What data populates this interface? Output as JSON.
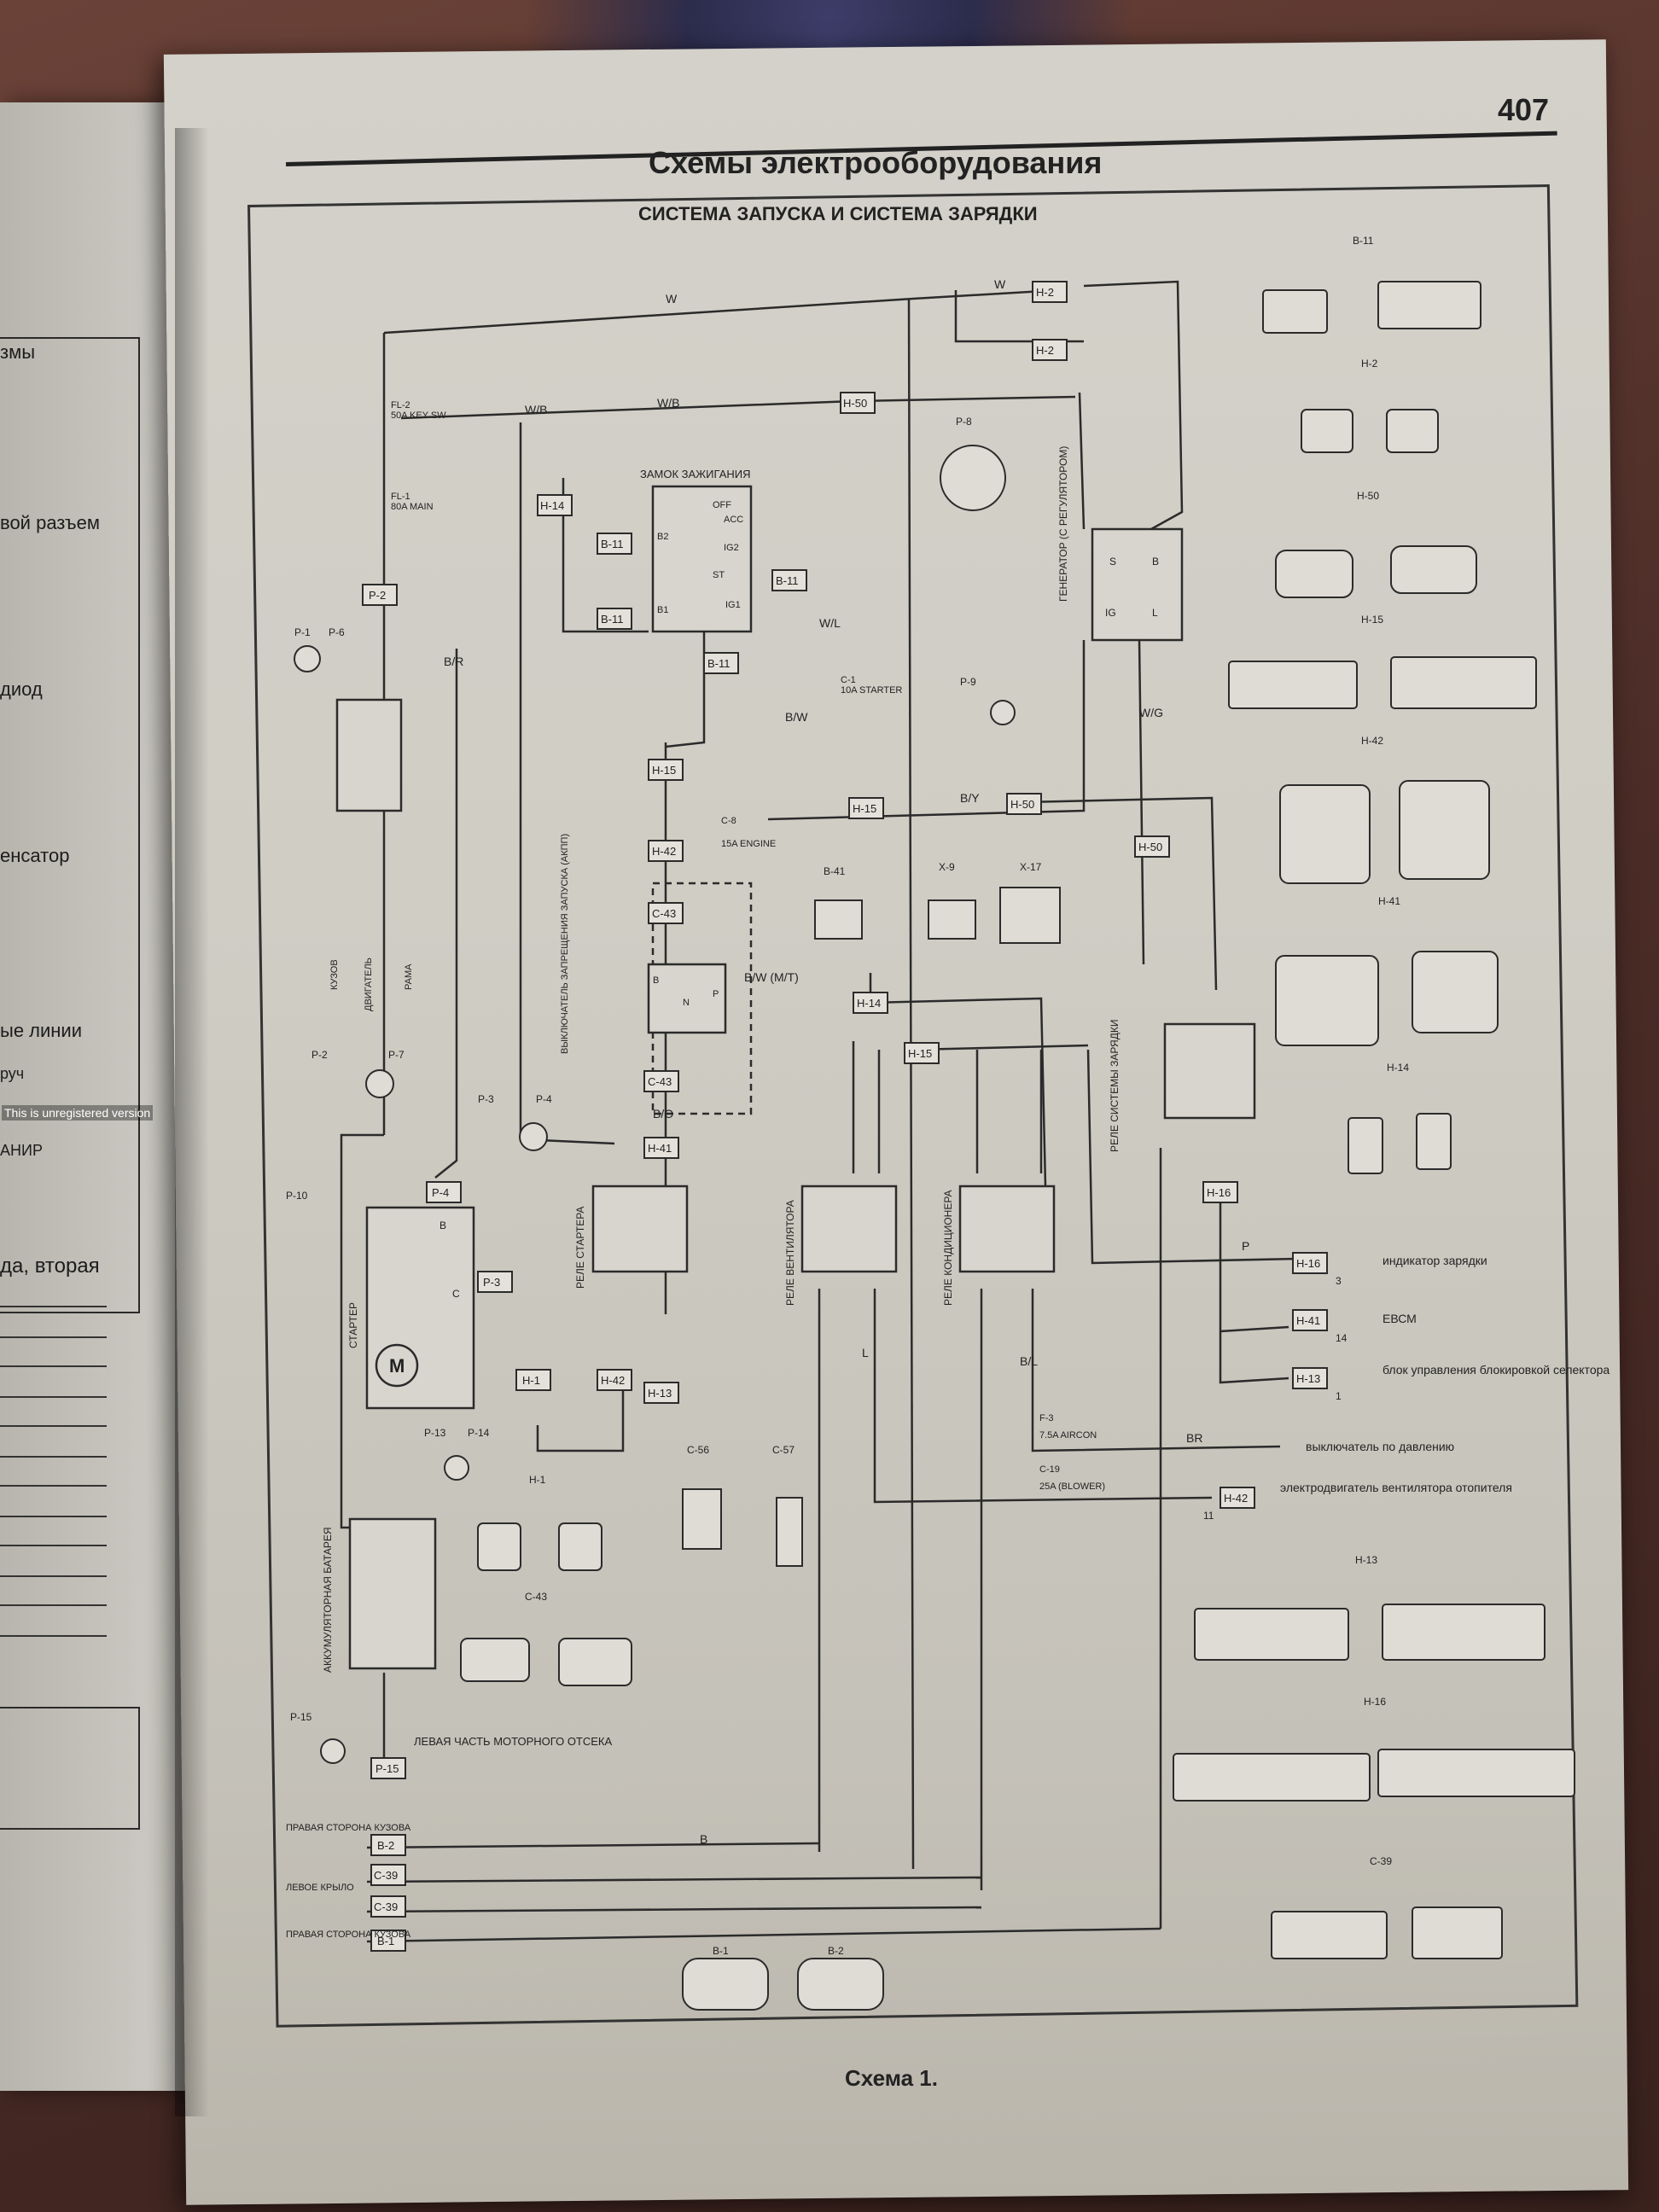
{
  "page": {
    "number": "407",
    "header": "Схемы электрооборудования",
    "section_title": "СИСТЕМА ЗАПУСКА И СИСТЕМА ЗАРЯДКИ",
    "caption": "Схема 1."
  },
  "watermark": "This is unregistered version",
  "left_page": {
    "labels": [
      "змы",
      "вой разъем",
      "диод",
      "енсатор",
      "ые линии",
      "руч",
      "АНИР",
      "да, вторая"
    ]
  },
  "diagram": {
    "fuses": [
      {
        "id": "FL-2",
        "rating": "50A KEY SW"
      },
      {
        "id": "FL-1",
        "rating": "80A MAIN"
      },
      {
        "id": "C-1",
        "rating": "10A STARTER"
      },
      {
        "id": "C-8",
        "rating": "15A ENGINE"
      },
      {
        "id": "F-3",
        "rating": "7.5A AIRCON"
      },
      {
        "id": "C-19",
        "rating": "25A (BLOWER)"
      }
    ],
    "components": {
      "ignition_switch": "ЗАМОК ЗАЖИГАНИЯ",
      "ignition_positions": [
        "OFF",
        "ACC",
        "IG2",
        "ST",
        "IG1"
      ],
      "ignition_terminals": [
        "B2",
        "B1"
      ],
      "generator": "ГЕНЕРАТОР (С РЕГУЛЯТОРОМ)",
      "generator_terminals": [
        "S",
        "B",
        "IG",
        "L"
      ],
      "starter": "СТАРТЕР",
      "starter_motor": "M",
      "starter_terminals": [
        "B",
        "C"
      ],
      "starter_relay": "РЕЛЕ СТАРТЕРА",
      "fan_relay": "РЕЛЕ ВЕНТИЛЯТОРА",
      "ac_relay": "РЕЛЕ КОНДИЦИОНЕРА",
      "charge_relay": "РЕЛЕ СИСТЕМЫ ЗАРЯДКИ",
      "inhibitor_switch": "ВЫКЛЮЧАТЕЛЬ ЗАПРЕЩЕНИЯ ЗАПУСКА (АКПП)",
      "inhibitor_positions": [
        "B",
        "N",
        "P"
      ],
      "battery": "АККУМУЛЯТОРНАЯ БАТАРЕЯ",
      "grounds": [
        "КУЗОВ",
        "ДВИГАТЕЛЬ",
        "РАМА"
      ],
      "ground_left_engine": "ЛЕВАЯ ЧАСТЬ МОТОРНОГО ОТСЕКА",
      "ground_right_body_1": "ПРАВАЯ СТОРОНА КУЗОВА",
      "ground_left_wing": "ЛЕВОЕ КРЫЛО",
      "ground_right_body_2": "ПРАВАЯ СТОРОНА КУЗОВА"
    },
    "outputs": [
      {
        "connector": "H-16",
        "pin": "3",
        "label": "индикатор зарядки"
      },
      {
        "connector": "H-41",
        "pin": "14",
        "label": "ЕВСМ"
      },
      {
        "connector": "H-13",
        "pin": "1",
        "label": "блок управления блокировкой селектора"
      },
      {
        "connector": "F-3",
        "pin": "",
        "label": "выключатель по давлению"
      },
      {
        "connector": "H-42",
        "pin": "11",
        "label": "электродвигатель вентилятора отопителя"
      }
    ],
    "wire_colors": [
      "W",
      "W/B",
      "B/R",
      "B/W",
      "B/Y",
      "W/G",
      "W/L",
      "B",
      "P",
      "L",
      "BR",
      "B/O",
      "B/L",
      "B/W (M/T)"
    ],
    "connector_legend": [
      "B-11",
      "H-2",
      "H-50",
      "H-15",
      "H-42",
      "H-41",
      "H-14",
      "H-13",
      "H-16",
      "C-39",
      "P-8",
      "P-9",
      "B-41",
      "X-9",
      "X-17",
      "P-3",
      "P-4",
      "P-10",
      "P-13",
      "P-14",
      "P-15",
      "C-56",
      "C-57",
      "C-43",
      "H-1",
      "B-1",
      "B-2",
      "P-1",
      "P-6",
      "P-2",
      "P-7"
    ]
  }
}
